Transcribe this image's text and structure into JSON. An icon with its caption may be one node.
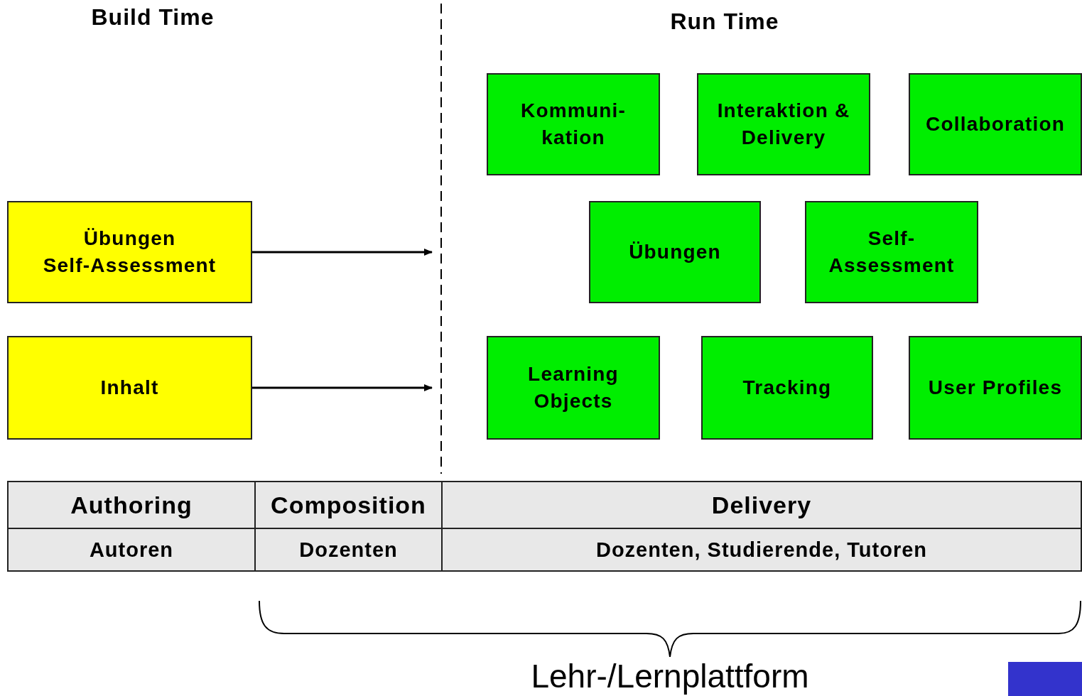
{
  "diagram": {
    "nodes": [
      {
        "text": [
          "Übungen",
          "Self-Assessment"
        ]
      },
      {
        "text": [
          "Inhalt"
        ]
      },
      {
        "text": [
          "Kommuni- kation"
        ]
      },
      {
        "text": [
          "Interaktion & Delivery"
        ]
      },
      {
        "text": [
          "Collaboration"
        ]
      },
      {
        "text": [
          "Übungen"
        ]
      },
      {
        "text": [
          "Self- Assessment"
        ]
      },
      {
        "text": [
          "Learning Objects"
        ]
      },
      {
        "text": [
          "Tracking"
        ]
      },
      {
        "text": [
          "User Profiles"
        ]
      }
    ],
    "edges": [
      {
        "from": 0,
        "to": null,
        "arrow": "to"
      },
      {
        "from": 1,
        "to": null,
        "arrow": "to"
      }
    ],
    "labels": [
      "Build Time",
      "Run Time",
      "Authoring",
      "Composition",
      "Delivery",
      "Autoren",
      "Dozenten",
      "Dozenten, Studierende, Tutoren",
      "Lehr-/Lernplattform"
    ]
  }
}
